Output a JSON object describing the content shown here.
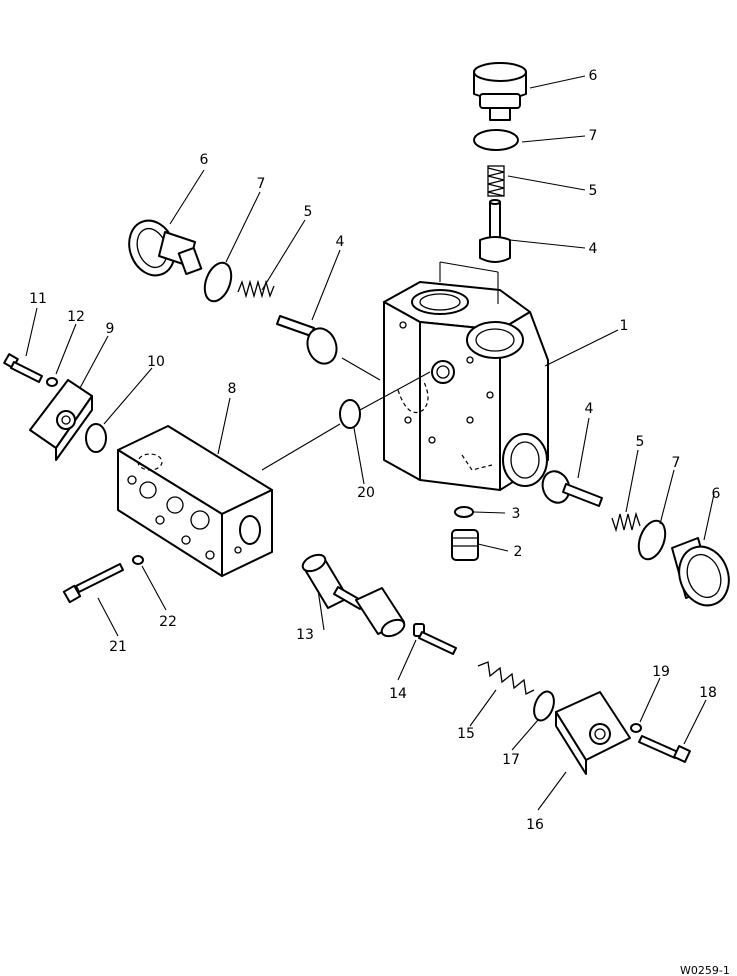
{
  "callouts": {
    "c1": "1",
    "c2": "2",
    "c3": "3",
    "c4a": "4",
    "c4b": "4",
    "c4c": "4",
    "c5a": "5",
    "c5b": "5",
    "c5c": "5",
    "c6a": "6",
    "c6b": "6",
    "c6c": "6",
    "c7a": "7",
    "c7b": "7",
    "c7c": "7",
    "c8": "8",
    "c9": "9",
    "c10": "10",
    "c11": "11",
    "c12": "12",
    "c13": "13",
    "c14": "14",
    "c15": "15",
    "c16": "16",
    "c17": "17",
    "c18": "18",
    "c19": "19",
    "c20": "20",
    "c21": "21",
    "c22": "22"
  },
  "drawing_code": "W0259-1"
}
